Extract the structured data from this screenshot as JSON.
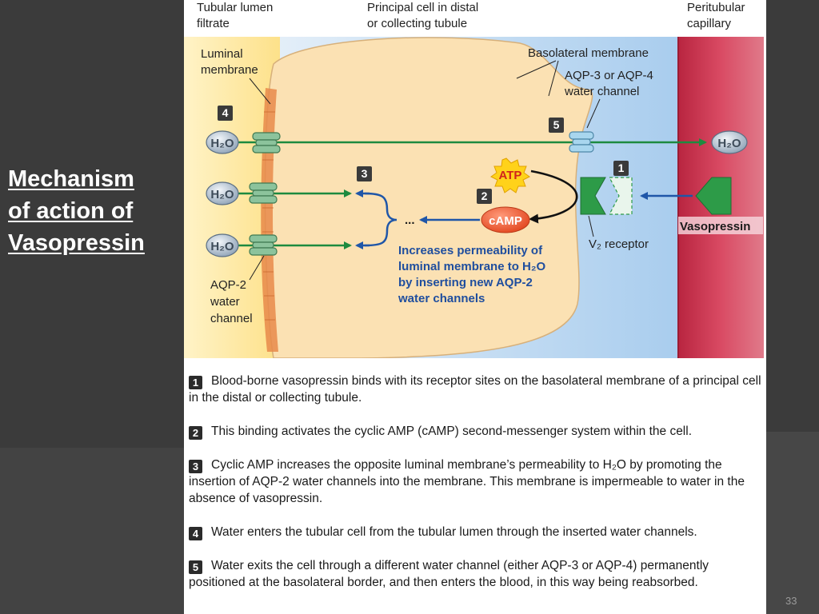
{
  "slide": {
    "title": "Mechanism\nof action of\nVasopressin",
    "number": "33"
  },
  "diagram": {
    "region_labels": {
      "lumen": [
        "Tubular lumen",
        "filtrate"
      ],
      "cell": [
        "Principal cell in distal",
        "or collecting tubule"
      ],
      "capillary": [
        "Peritubular",
        "capillary"
      ]
    },
    "luminal_membrane": [
      "Luminal",
      "membrane"
    ],
    "basolateral_membrane": "Basolateral membrane",
    "aqp34": [
      "AQP-3 or AQP-4",
      "water channel"
    ],
    "aqp2": [
      "AQP-2",
      "water",
      "channel"
    ],
    "water": "H₂O",
    "atp": "ATP",
    "camp": "cAMP",
    "ellipsis": "...",
    "receptor": "V₂ receptor",
    "vasopressin": "Vasopressin",
    "permeability_note": [
      "Increases permeability of",
      "luminal membrane to H₂O",
      "by inserting new AQP-2",
      "water channels"
    ],
    "step_markers": [
      "1",
      "2",
      "3",
      "4",
      "5"
    ]
  },
  "steps": [
    {
      "num": "1",
      "text": "Blood-borne vasopressin binds with its receptor sites on the basolateral membrane of a principal cell in the distal or collecting tubule."
    },
    {
      "num": "2",
      "text": "This binding activates the cyclic AMP (cAMP) second-messenger system within the cell."
    },
    {
      "num": "3",
      "text": "Cyclic AMP increases the opposite luminal membrane’s permeability to H₂O by promoting the insertion of AQP-2 water channels into the membrane. This membrane is impermeable to water in the absence of vasopressin."
    },
    {
      "num": "4",
      "text": "Water enters the tubular cell from the tubular lumen through the inserted water channels."
    },
    {
      "num": "5",
      "text": "Water exits the cell through a different water channel (either AQP-3 or AQP-4) permanently positioned at the basolateral border, and then enters the blood, in this way being reabsorbed."
    }
  ],
  "colors": {
    "background": "#3b3b3b",
    "lumen": "#fce59a",
    "cell": "#fbe1b3",
    "interstitium": "#bcd9f0",
    "capillary": "#c92f4a",
    "water_arrow": "#1d8a3f",
    "signal_arrow": "#1f56a8",
    "note_text": "#1f4e9e",
    "channel": "#7fb88e",
    "receptor": "#2d9b48"
  }
}
